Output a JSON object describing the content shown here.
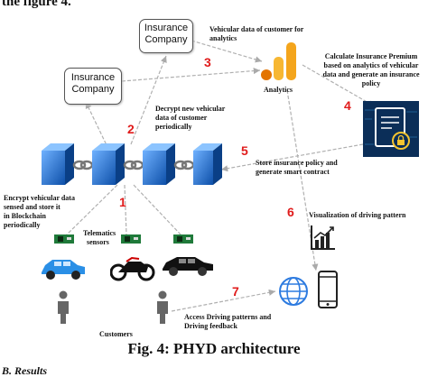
{
  "header_fragment": "the figure 4.",
  "nodes": {
    "insurance_company_top": {
      "line1": "Insurance",
      "line2": "Company"
    },
    "insurance_company_left": {
      "line1": "Insurance",
      "line2": "Company"
    },
    "analytics": "Analytics"
  },
  "annotations": {
    "vehicular_data": {
      "line1": "Vehicular data of customer for",
      "line2": "analytics"
    },
    "decrypt": {
      "line1": "Decrypt new vehicular",
      "line2": "data of customer",
      "line3": "periodically"
    },
    "calculate": {
      "line1": "Calculate Insurance Premium",
      "line2": "based on analytics of vehicular",
      "line3": "data and generate an insurance",
      "line4": "policy"
    },
    "store": {
      "line1": "Store insurance policy and",
      "line2": "generate smart contract"
    },
    "encrypt": {
      "line1": "Encrypt vehicular data",
      "line2": "sensed and store it",
      "line3": "in Blockchain",
      "line4": "periodically"
    },
    "telematics": {
      "line1": "Telematics",
      "line2": "sensors"
    },
    "visualization": "Visualization of driving pattern",
    "customers": "Customers",
    "access": {
      "line1": "Access Driving patterns and",
      "line2": "Driving feedback"
    }
  },
  "steps": [
    "1",
    "2",
    "3",
    "4",
    "5",
    "6",
    "7"
  ],
  "caption": "Fig. 4: PHYD architecture",
  "footer_fragment": "B. Results",
  "colors": {
    "step_red": "#e01b1b",
    "arrow_gray": "#b0b0b0",
    "cube_blue": "#1f6fd1",
    "analytics_orange": "#f4a51c",
    "policy_navy": "#0b2e58",
    "web_blue": "#2d7be0",
    "car_blue": "#2a8fe6"
  },
  "icons": [
    "blockchain-cube-icon",
    "chain-link-icon",
    "analytics-chart-icon",
    "policy-document-icon",
    "growth-chart-icon",
    "globe-icon",
    "smartphone-icon",
    "car-icon",
    "motorbike-icon",
    "customer-person-icon",
    "telematics-sensor-icon"
  ]
}
